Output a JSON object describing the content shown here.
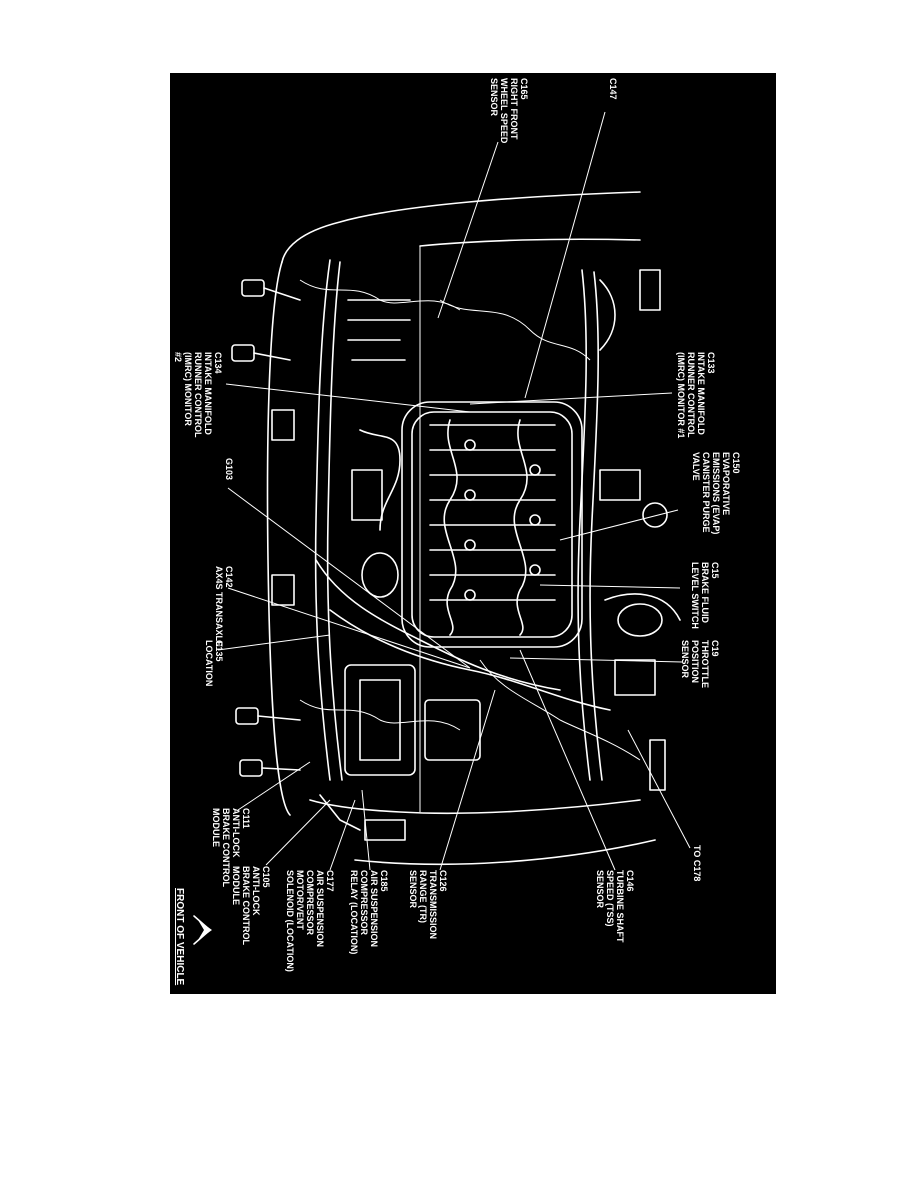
{
  "colors": {
    "panel": "#000000",
    "ink": "#ffffff",
    "page": "#ffffff"
  },
  "labels": [
    {
      "id": "c147",
      "lines": [
        "C147"
      ]
    },
    {
      "id": "c165",
      "lines": [
        "C165",
        "RIGHT FRONT",
        "WHEEL SPEED",
        "SENSOR"
      ]
    },
    {
      "id": "c133",
      "lines": [
        "C133",
        "INTAKE MANIFOLD",
        "RUNNER CONTROL",
        "(IMRC) MONITOR #1"
      ]
    },
    {
      "id": "c134",
      "lines": [
        "C134",
        "INTAKE MANIFOLD",
        "RUNNER CONTROL",
        "(IMRC) MONITOR",
        "#2"
      ]
    },
    {
      "id": "c150",
      "lines": [
        "C150",
        "EVAPORATIVE",
        "EMISSIONS (EVAP)",
        "CANISTER PURGE",
        "VALVE"
      ]
    },
    {
      "id": "g103",
      "lines": [
        "G103"
      ]
    },
    {
      "id": "c15",
      "lines": [
        "C15",
        "BRAKE FLUID",
        "LEVEL SWITCH"
      ]
    },
    {
      "id": "c142",
      "lines": [
        "C142",
        "AX4S TRANSAXLE"
      ]
    },
    {
      "id": "c135",
      "lines": [
        "C135",
        "LOCATION"
      ]
    },
    {
      "id": "c19",
      "lines": [
        "C19",
        "THROTTLE",
        "POSITION",
        "SENSOR"
      ]
    },
    {
      "id": "c111",
      "lines": [
        "C111",
        "ANTI-LOCK",
        "BRAKE CONTROL",
        "MODULE"
      ]
    },
    {
      "id": "to-c178",
      "lines": [
        "TO C178"
      ]
    },
    {
      "id": "c105",
      "lines": [
        "C105",
        "ANTI-LOCK",
        "BRAKE CONTROL",
        "MODULE"
      ]
    },
    {
      "id": "c177",
      "lines": [
        "C177",
        "AIR SUSPENSION",
        "COMPRESSOR",
        "MOTOR/VENT",
        "SOLENOID (LOCATION)"
      ]
    },
    {
      "id": "c185",
      "lines": [
        "C185",
        "AIR SUSPENSION",
        "COMPRESSOR",
        "RELAY (LOCATION)"
      ]
    },
    {
      "id": "c126",
      "lines": [
        "C126",
        "TRANSMISSION",
        "RANGE (TR)",
        "SENSOR"
      ]
    },
    {
      "id": "c146",
      "lines": [
        "C146",
        "TURBINE SHAFT",
        "SPEED (TSS)",
        "SENSOR"
      ]
    }
  ],
  "front_of_vehicle": "FRONT OF VEHICLE"
}
